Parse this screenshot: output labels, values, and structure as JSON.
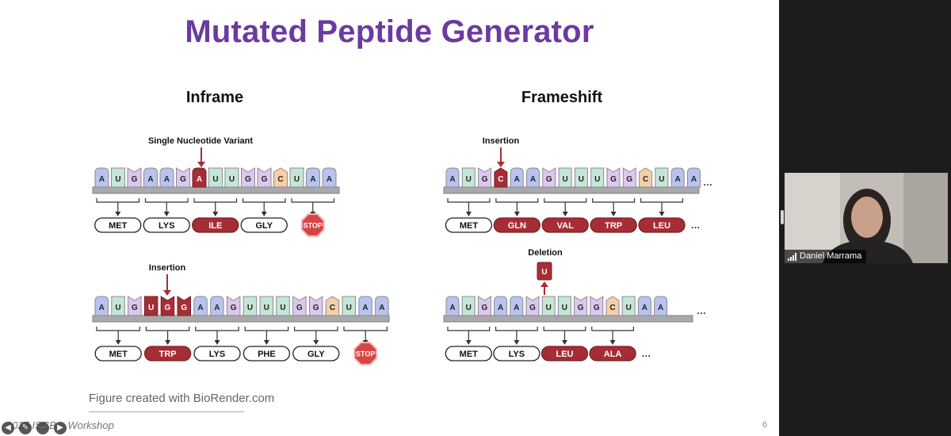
{
  "slide": {
    "title": "Mutated Peptide Generator",
    "inframe_heading": "Inframe",
    "frameshift_heading": "Frameshift",
    "credit": "Figure created with BioRender.com",
    "footer": "2025 ISCB ...Workshop",
    "page_number": "6"
  },
  "colors": {
    "title": "#6b3aa0",
    "mutant": "#a52e36",
    "A": "#b8c4ee",
    "U": "#c6e6d4",
    "G": "#dcc8ec",
    "C": "#f5cfa8"
  },
  "diagrams": {
    "snv": {
      "label": "Single Nucleotide Variant",
      "sequence": [
        "A",
        "U",
        "G",
        "A",
        "A",
        "G",
        "A",
        "U",
        "U",
        "G",
        "G",
        "C",
        "U",
        "A",
        "A"
      ],
      "mutated": [
        6
      ],
      "codons": [
        "MET",
        "LYS",
        "ILE",
        "GLY",
        "STOP"
      ],
      "mutant_codons": [
        2
      ]
    },
    "insertion_inframe": {
      "label": "Insertion",
      "sequence": [
        "A",
        "U",
        "G",
        "U",
        "G",
        "G",
        "A",
        "A",
        "G",
        "U",
        "U",
        "U",
        "G",
        "G",
        "C",
        "U",
        "A",
        "A"
      ],
      "mutated": [
        3,
        4,
        5
      ],
      "codons": [
        "MET",
        "TRP",
        "LYS",
        "PHE",
        "GLY",
        "STOP"
      ],
      "mutant_codons": [
        1
      ]
    },
    "insertion_frameshift": {
      "label": "Insertion",
      "sequence": [
        "A",
        "U",
        "G",
        "C",
        "A",
        "A",
        "G",
        "U",
        "U",
        "U",
        "G",
        "G",
        "C",
        "U",
        "A",
        "A"
      ],
      "mutated": [
        3
      ],
      "codons": [
        "MET",
        "GLN",
        "VAL",
        "TRP",
        "LEU"
      ],
      "mutant_codons": [
        1,
        2,
        3,
        4
      ],
      "trailing": "…"
    },
    "deletion": {
      "label": "Deletion",
      "deleted_base": "U",
      "sequence": [
        "A",
        "U",
        "G",
        "A",
        "A",
        "G",
        "U",
        "U",
        "G",
        "G",
        "C",
        "U",
        "A",
        "A"
      ],
      "codons": [
        "MET",
        "LYS",
        "LEU",
        "ALA"
      ],
      "mutant_codons": [
        2,
        3
      ],
      "trailing": "…"
    }
  },
  "video": {
    "participant": "Daniel Marrama"
  }
}
